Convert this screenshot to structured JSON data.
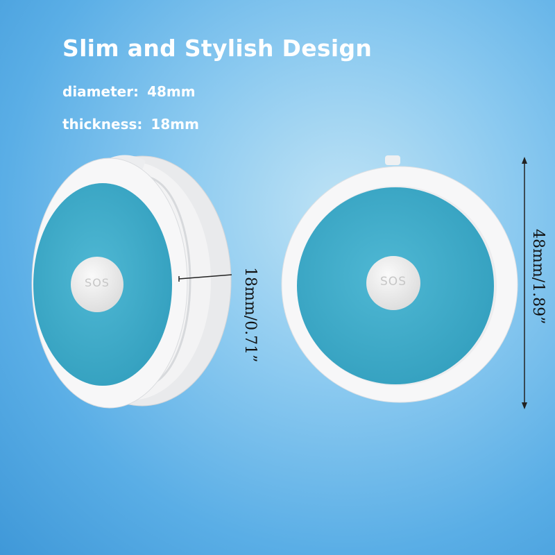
{
  "headline": "Slim and Stylish Design",
  "specs": {
    "diameter_label": "diameter:",
    "diameter_value": "48mm",
    "thickness_label": "thickness:",
    "thickness_value": "18mm"
  },
  "device_left": {
    "button_label": "SOS"
  },
  "device_right": {
    "button_label": "SOS"
  },
  "dimensions": {
    "thickness": "18mm/0.71”",
    "diameter": "48mm/1.89”"
  },
  "colors": {
    "background": "#5aaee6",
    "face": "#3ea9c7",
    "housing": "#f6f6f7",
    "text": "#ffffff"
  }
}
